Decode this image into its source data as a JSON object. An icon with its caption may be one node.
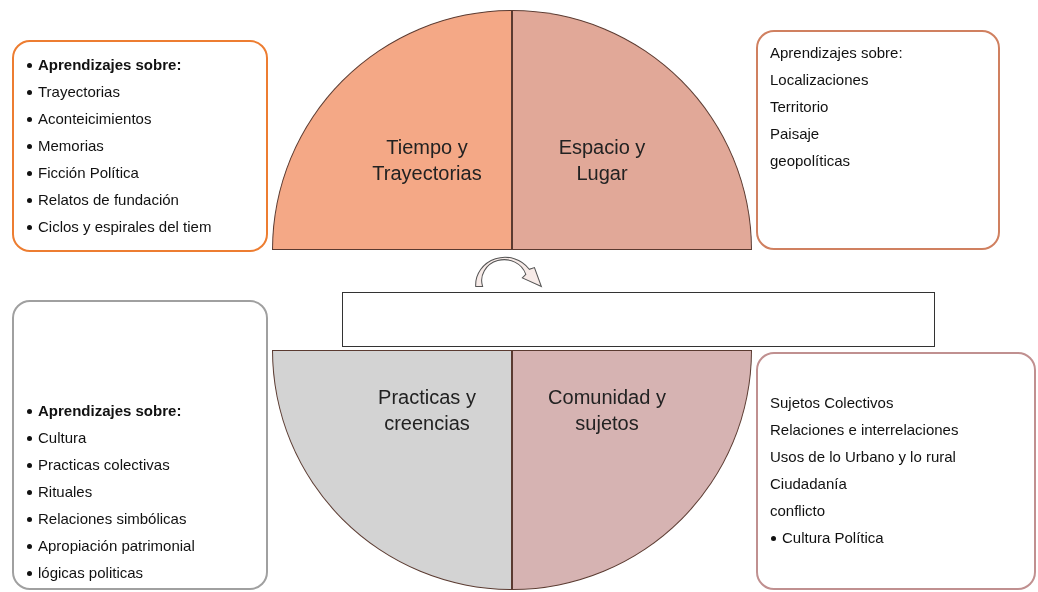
{
  "diagram": {
    "nodes": [
      {
        "text": [
          "Aprendizajes sobre:",
          "Trayectorias",
          "Aconteicimientos",
          "Memorias",
          "Ficción Política",
          "Relatos de fundación",
          "Ciclos y espirales del tiem"
        ]
      },
      {
        "text": [
          "Tiempo y Trayectorias"
        ]
      },
      {
        "text": [
          "Espacio y Lugar"
        ]
      },
      {
        "text": [
          "Aprendizajes sobre:",
          "Localizaciones",
          "Territorio",
          "Paisaje",
          "geopolíticas"
        ]
      },
      {
        "text": [],
        "shape": "box"
      },
      {
        "text": [
          "Practicas y creencias"
        ]
      },
      {
        "text": [
          "Comunidad  y sujetos"
        ]
      },
      {
        "text": [
          "Aprendizajes sobre:",
          "Cultura",
          "Practicas colectivas",
          "Rituales",
          "Relaciones simbólicas",
          "Apropiación  patrimonial",
          "lógicas politicas"
        ]
      },
      {
        "text": [
          "Sujetos Colectivos",
          "Relaciones  e interrelaciones",
          "Usos  de lo Urbano y lo rural",
          "Ciudadanía",
          "conflicto",
          "Cultura Política"
        ]
      }
    ],
    "edges": []
  }
}
